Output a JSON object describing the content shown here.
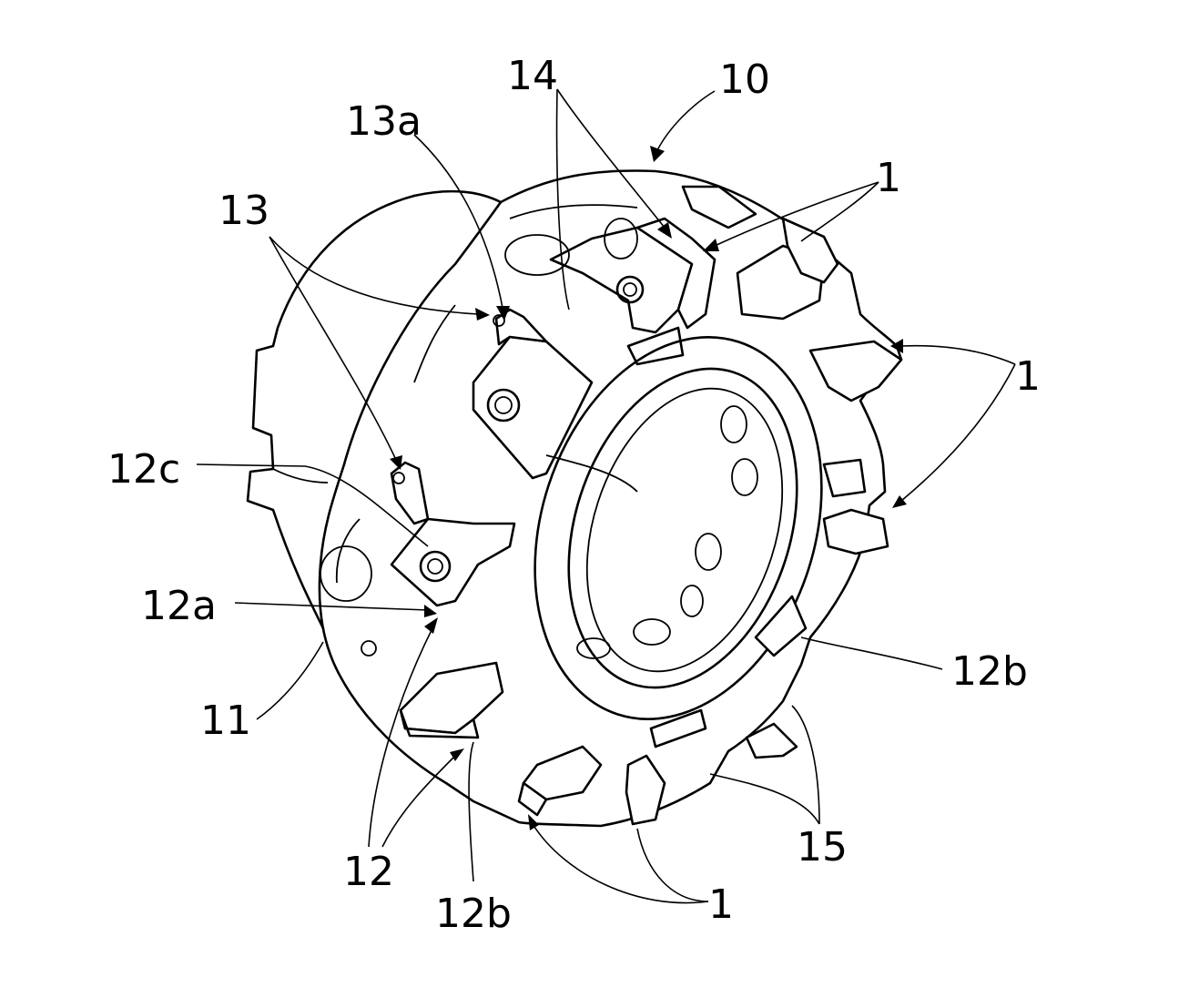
{
  "figure": {
    "labels": {
      "cutter": "10",
      "insert_top": "1",
      "insert_right": "1",
      "insert_bottom": "1",
      "pocket_14": "14",
      "seat_13a": "13a",
      "seat_13": "13",
      "seat_12c": "12c",
      "seat_12a": "12a",
      "body_11": "11",
      "pocket_12": "12",
      "seat_12b_bottom": "12b",
      "seat_12b_right": "12b",
      "chip_15": "15"
    }
  }
}
